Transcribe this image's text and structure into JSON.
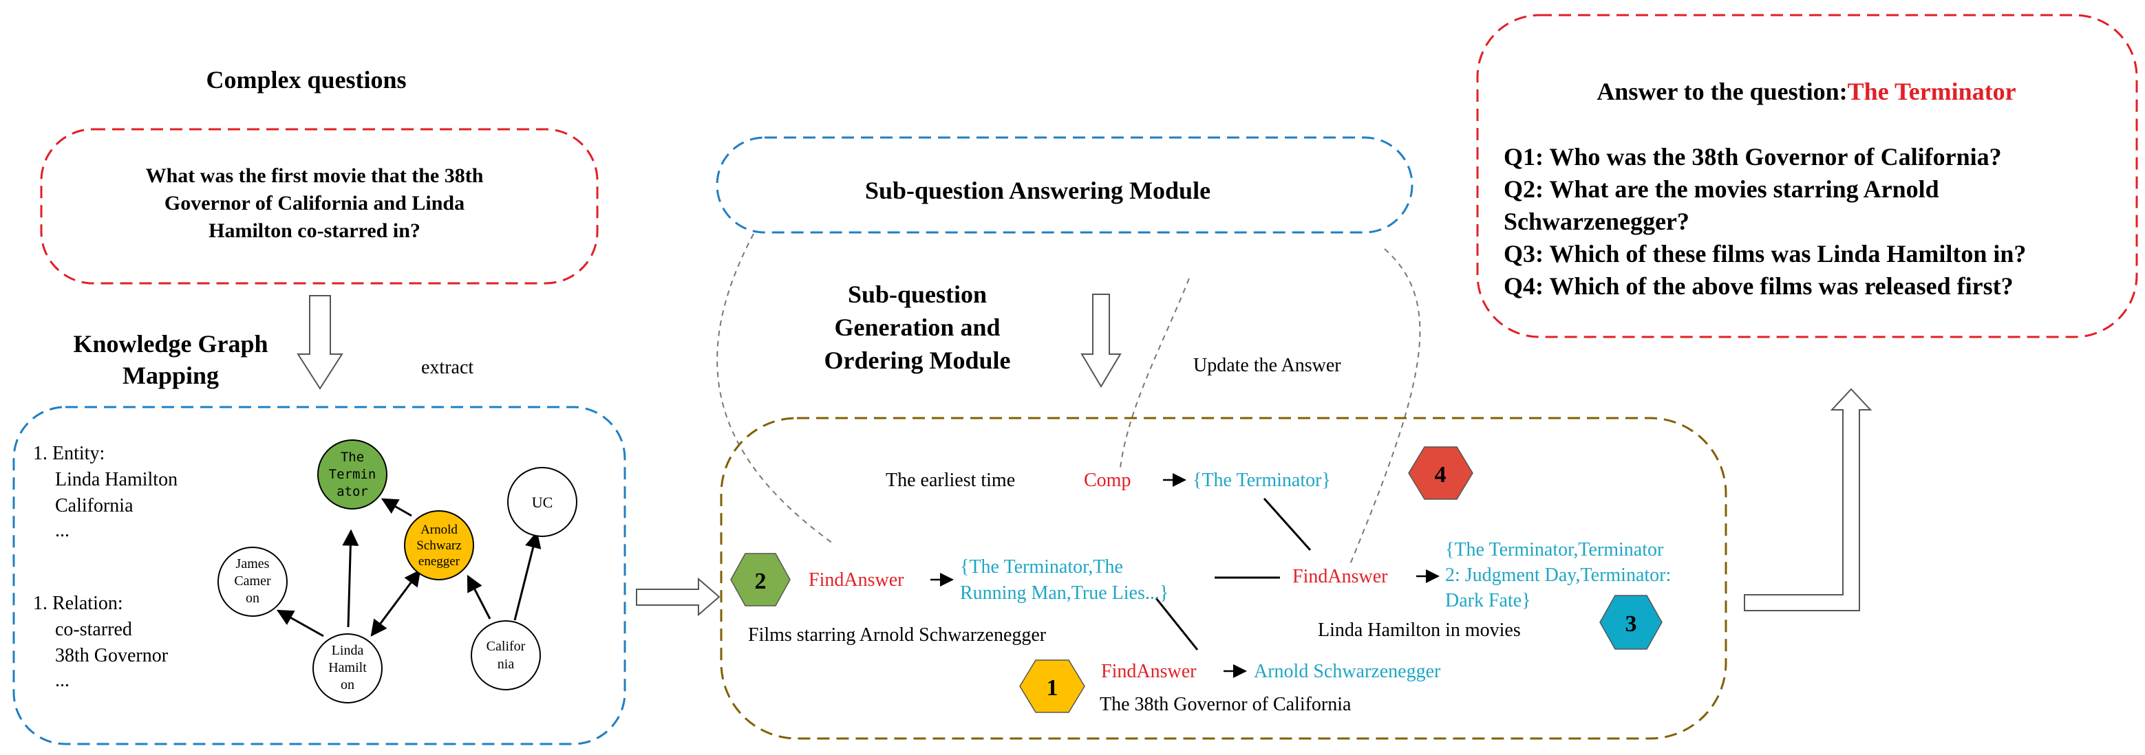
{
  "colors": {
    "red": "#e21f26",
    "blue": "#1f7fc4",
    "brown": "#7f6000",
    "cyan": "#1fa6c4",
    "green_node": "#70ad47",
    "orange_node": "#ffc000",
    "hex_red": "#e04a3a",
    "hex_green": "#7faf4c",
    "hex_cyan": "#10a8c8",
    "hex_yellow": "#ffc000"
  },
  "complex_questions": {
    "title": "Complex questions",
    "question_lines": [
      "What was the first movie that the 38th",
      "Governor of California and Linda",
      "Hamilton co-starred in?"
    ]
  },
  "kg_mapping": {
    "title_lines": [
      "Knowledge Graph",
      "Mapping"
    ],
    "extract_label": "extract",
    "entity_list": [
      "1. Entity:",
      "Linda Hamilton",
      "California",
      "..."
    ],
    "relation_list": [
      "1. Relation:",
      "co-starred",
      "38th Governor",
      "..."
    ],
    "nodes": {
      "terminator": [
        "The",
        "Termin",
        "ator"
      ],
      "arnold": [
        "Arnold",
        "Schwarz",
        "enegger"
      ],
      "uc": [
        "UC"
      ],
      "james": [
        "James",
        "Camer",
        "on"
      ],
      "linda": [
        "Linda",
        "Hamilt",
        "on"
      ],
      "california": [
        "Califor",
        "nia"
      ]
    }
  },
  "sub_question_answering": {
    "title": "Sub-question Answering Module"
  },
  "sub_question_generation": {
    "title_lines": [
      "Sub-question",
      "Generation and",
      "Ordering Module"
    ],
    "update_label": "Update the Answer"
  },
  "flow": {
    "earliest_time": "The earliest time",
    "comp": "Comp",
    "comp_result": "{The Terminator}",
    "step4": "4",
    "step2": "2",
    "find2": "FindAnswer",
    "result2_lines": [
      "{The Terminator,The",
      "Running Man,True Lies...}"
    ],
    "films_label": "Films starring Arnold Schwarzenegger",
    "find3": "FindAnswer",
    "result3_lines": [
      "{The Terminator,Terminator",
      "2: Judgment Day,Terminator:",
      "Dark Fate}"
    ],
    "linda_label": "Linda Hamilton in movies",
    "step3": "3",
    "step1": "1",
    "find1": "FindAnswer",
    "result1": "Arnold Schwarzenegger",
    "governor_label": "The 38th Governor of California"
  },
  "answer": {
    "prefix": "Answer to the question:",
    "value": "The Terminator",
    "questions": [
      "Q1: Who was the 38th Governor of California?",
      "Q2: What are the movies starring Arnold",
      "Schwarzenegger?",
      "Q3: Which of these films was Linda Hamilton in?",
      "Q4: Which of the above films was released first?"
    ]
  }
}
